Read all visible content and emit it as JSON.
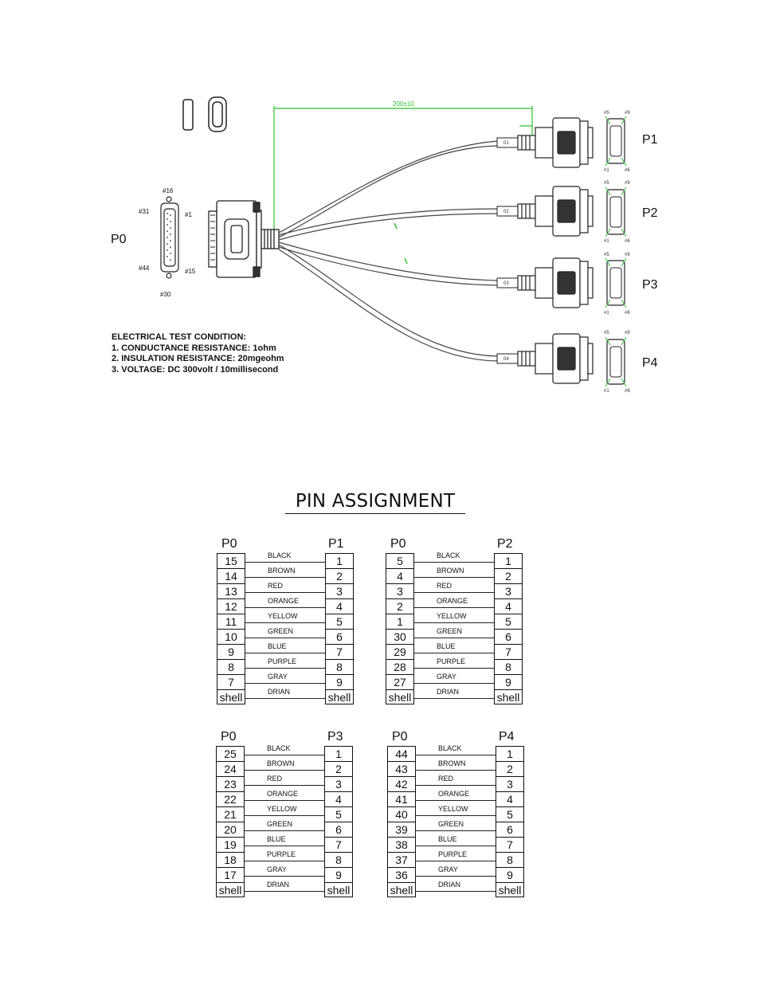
{
  "diagram": {
    "dimension_label": "200±10",
    "p0_label": "P0",
    "p0_pins": {
      "top": "#16",
      "top_left": "#31",
      "top_right": "#1",
      "bottom_left": "#44",
      "bottom_right": "#15",
      "bottom": "#30"
    },
    "ports": [
      {
        "label": "P1",
        "tag": "01",
        "pin_tl": "#5",
        "pin_tr": "#9",
        "pin_bl": "#1",
        "pin_br": "#6"
      },
      {
        "label": "P2",
        "tag": "02",
        "pin_tl": "#5",
        "pin_tr": "#9",
        "pin_bl": "#1",
        "pin_br": "#6"
      },
      {
        "label": "P3",
        "tag": "03",
        "pin_tl": "#5",
        "pin_tr": "#9",
        "pin_bl": "#1",
        "pin_br": "#6"
      },
      {
        "label": "P4",
        "tag": "04",
        "pin_tl": "#5",
        "pin_tr": "#9",
        "pin_bl": "#1",
        "pin_br": "#6"
      }
    ]
  },
  "test_conditions": {
    "title": "ELECTRICAL TEST CONDITION:",
    "lines": [
      "1. CONDUCTANCE RESISTANCE: 1ohm",
      "2. INSULATION RESISTANCE: 20mgeohm",
      "3. VOLTAGE: DC 300volt / 10millisecond"
    ]
  },
  "pin_assignment": {
    "title": "PIN ASSIGNMENT",
    "wire_colors": [
      "BLACK",
      "BROWN",
      "RED",
      "ORANGE",
      "YELLOW",
      "GREEN",
      "BLUE",
      "PURPLE",
      "GRAY",
      "DRIAN"
    ],
    "tables": [
      {
        "left_header": "P0",
        "right_header": "P1",
        "left_pins": [
          "15",
          "14",
          "13",
          "12",
          "11",
          "10",
          "9",
          "8",
          "7",
          "shell"
        ],
        "right_pins": [
          "1",
          "2",
          "3",
          "4",
          "5",
          "6",
          "7",
          "8",
          "9",
          "shell"
        ]
      },
      {
        "left_header": "P0",
        "right_header": "P2",
        "left_pins": [
          "5",
          "4",
          "3",
          "2",
          "1",
          "30",
          "29",
          "28",
          "27",
          "shell"
        ],
        "right_pins": [
          "1",
          "2",
          "3",
          "4",
          "5",
          "6",
          "7",
          "8",
          "9",
          "shell"
        ]
      },
      {
        "left_header": "P0",
        "right_header": "P3",
        "left_pins": [
          "25",
          "24",
          "23",
          "22",
          "21",
          "20",
          "19",
          "18",
          "17",
          "shell"
        ],
        "right_pins": [
          "1",
          "2",
          "3",
          "4",
          "5",
          "6",
          "7",
          "8",
          "9",
          "shell"
        ]
      },
      {
        "left_header": "P0",
        "right_header": "P4",
        "left_pins": [
          "44",
          "43",
          "42",
          "41",
          "40",
          "39",
          "38",
          "37",
          "36",
          "shell"
        ],
        "right_pins": [
          "1",
          "2",
          "3",
          "4",
          "5",
          "6",
          "7",
          "8",
          "9",
          "shell"
        ]
      }
    ]
  }
}
